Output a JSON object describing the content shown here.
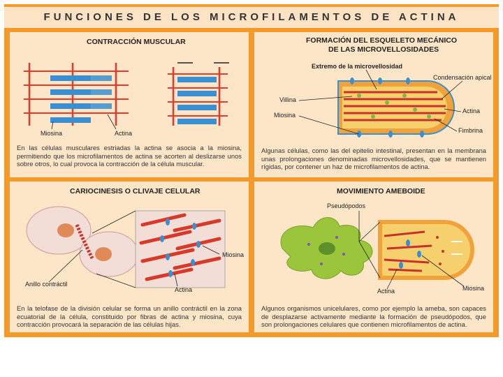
{
  "title": "FUNCIONES DE LOS MICROFILAMENTOS DE ACTINA",
  "colors": {
    "frame": "#f39a2a",
    "panel": "#fde6c8",
    "actin": "#e23b2b",
    "myosin": "#3a8fd0",
    "cell_green": "#9bc63c"
  },
  "panels": {
    "muscle": {
      "title": "CONTRACCIÓN MUSCULAR",
      "label_myosin": "Miosina",
      "label_actin": "Actina",
      "description": "En las células musculares estriadas la actina se asocia a la miosina, permitiendo que los microfilamentos de actina se acorten al deslizarse unos sobre otros, lo cual provoca la contracción de la célula muscular."
    },
    "microvilli": {
      "title_line1": "FORMACIÓN DEL ESQUELETO MECÁNICO",
      "title_line2": "DE LAS MICROVELLOSIDADES",
      "label_tip": "Extremo de la microvellosidad",
      "label_villin": "Villina",
      "label_myosin": "Miosina",
      "label_apical": "Condensación apical",
      "label_actin": "Actina",
      "label_fimbrin": "Fimbrina",
      "description": "Algunas células, como las del epitelio intestinal, presentan en la membrana unas prolongaciones denominadas microvellosidades, que se mantienen rígidas, por contener un haz de microfilamentos de actina."
    },
    "cytokinesis": {
      "title": "CARIOCINESIS O CLIVAJE CELULAR",
      "label_ring": "Anillo contráctil",
      "label_myosin": "Miosina",
      "label_actin": "Actina",
      "description": "En la telofase de la división celular se forma un anillo contráctil en la zona ecuatorial de la célula, constituido por fibras de actina y miosina, cuya contracción provocará la separación de las células hijas."
    },
    "amoeboid": {
      "title": "MOVIMIENTO AMEBOIDE",
      "label_pseudopods": "Pseudópodos",
      "label_actin": "Actina",
      "label_myosin": "Miosina",
      "description": "Algunos organismos unicelulares, como por ejemplo la ameba, son capaces de desplazarse activamente mediante la formación de pseudópodos, que son prolongaciones celulares que contienen microfilamentos de actina."
    }
  }
}
